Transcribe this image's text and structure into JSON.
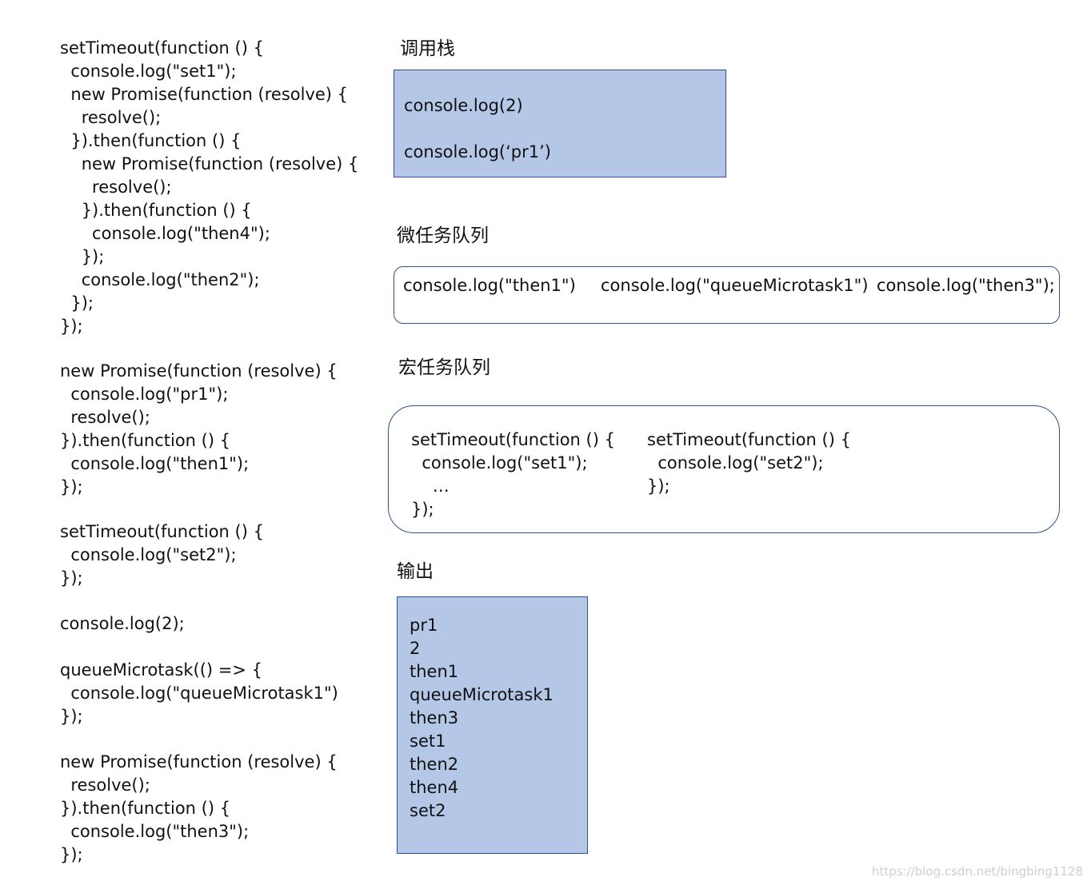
{
  "code": {
    "block1": [
      "setTimeout(function () {",
      "  console.log(\"set1\");",
      "  new Promise(function (resolve) {",
      "    resolve();",
      "  }).then(function () {",
      "    new Promise(function (resolve) {",
      "      resolve();",
      "    }).then(function () {",
      "      console.log(\"then4\");",
      "    });",
      "    console.log(\"then2\");",
      "  });",
      "});"
    ],
    "block2": [
      "new Promise(function (resolve) {",
      "  console.log(\"pr1\");",
      "  resolve();",
      "}).then(function () {",
      "  console.log(\"then1\");",
      "});"
    ],
    "block3": [
      "setTimeout(function () {",
      "  console.log(\"set2\");",
      "});"
    ],
    "block4": [
      "console.log(2);"
    ],
    "block5": [
      "queueMicrotask(() => {",
      "  console.log(\"queueMicrotask1\")",
      "});"
    ],
    "block6": [
      "new Promise(function (resolve) {",
      "  resolve();",
      "}).then(function () {",
      "  console.log(\"then3\");",
      "});"
    ]
  },
  "call_stack": {
    "title": "调用栈",
    "items": [
      "console.log(2)",
      "console.log(‘pr1’)"
    ]
  },
  "micro_queue": {
    "title": "微任务队列",
    "items": [
      "console.log(\"then1\")",
      "console.log(\"queueMicrotask1\")",
      "console.log(\"then3\");"
    ]
  },
  "macro_queue": {
    "title": "宏任务队列",
    "task1": [
      "setTimeout(function () {",
      "  console.log(\"set1\");",
      "    …",
      "});"
    ],
    "task2": [
      "setTimeout(function () {",
      "  console.log(\"set2\");",
      "});"
    ]
  },
  "output": {
    "title": "输出",
    "items": [
      "pr1",
      "2",
      "then1",
      "queueMicrotask1",
      "then3",
      "set1",
      "then2",
      "then4",
      "set2"
    ]
  },
  "watermark": "https://blog.csdn.net/bingbing1128"
}
